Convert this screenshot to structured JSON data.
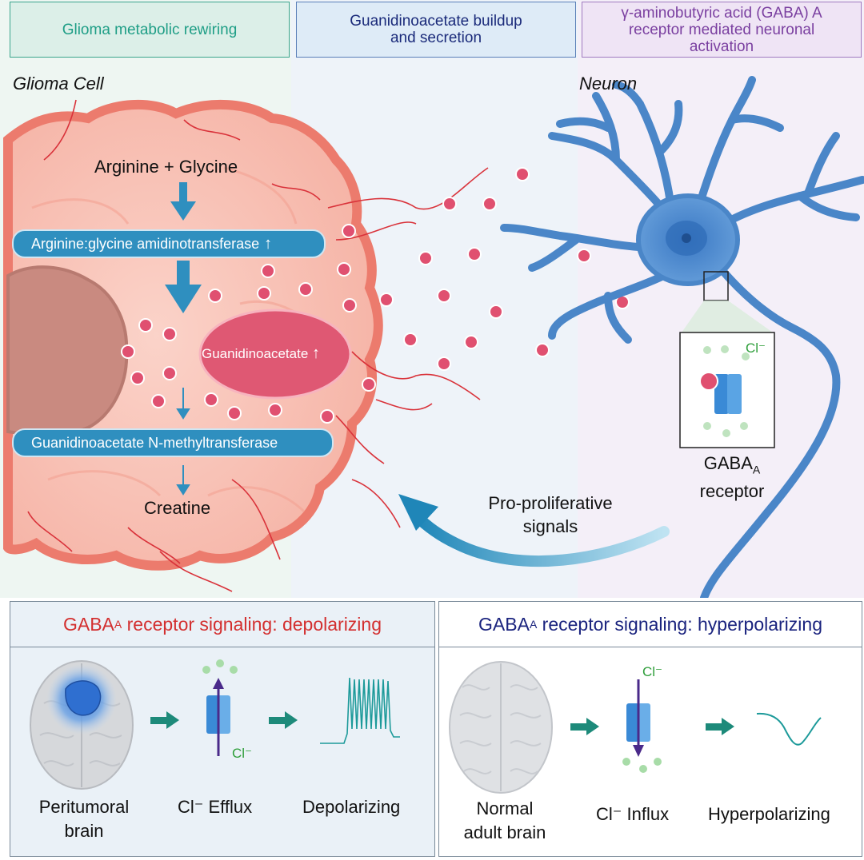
{
  "headers": {
    "left": "Glioma metabolic rewiring",
    "middle_line1": "Guanidinoacetate buildup",
    "middle_line2": "and secretion",
    "right_line1": "γ-aminobutyric acid (GABA) A",
    "right_line2": "receptor mediated neuronal",
    "right_line3": "activation"
  },
  "labels": {
    "glioma_cell": "Glioma Cell",
    "neuron": "Neuron",
    "arginine_glycine": "Arginine + Glycine",
    "agat": "Arginine:glycine amidinotransferase",
    "guanidinoacetate": "Guanidinoacetate",
    "gamt": "Guanidinoacetate N-methyltransferase",
    "creatine": "Creatine",
    "chloride": "Cl⁻",
    "gaba_a_main": "GABA",
    "gaba_a_sub": "A",
    "receptor": "receptor",
    "pro_proliferative_1": "Pro-proliferative",
    "pro_proliferative_2": "signals",
    "up_arrow": "↑"
  },
  "bottom_left": {
    "title_main": "GABA",
    "title_sub": "A",
    "title_rest": " receptor signaling: depolarizing",
    "step1_line1": "Peritumoral",
    "step1_line2": "brain",
    "step2": "Cl⁻ Efflux",
    "step3": "Depolarizing",
    "chloride": "Cl⁻"
  },
  "bottom_right": {
    "title_main": "GABA",
    "title_sub": "A",
    "title_rest": " receptor signaling: hyperpolarizing",
    "step1_line1": "Normal",
    "step1_line2": "adult brain",
    "step2": "Cl⁻ Influx",
    "step3": "Hyperpolarizing",
    "chloride": "Cl⁻"
  },
  "colors": {
    "header_left": "#1f9e86",
    "header_middle": "#1a2a7a",
    "header_right": "#7a3fa0",
    "depolarizing_title": "#d32f2f",
    "hyperpolarizing_title": "#1a237e",
    "glioma_fill": "#f4a79d",
    "neuron_fill": "#5b97d6",
    "molecule": "#e05070",
    "pill": "#2f8fbf"
  }
}
